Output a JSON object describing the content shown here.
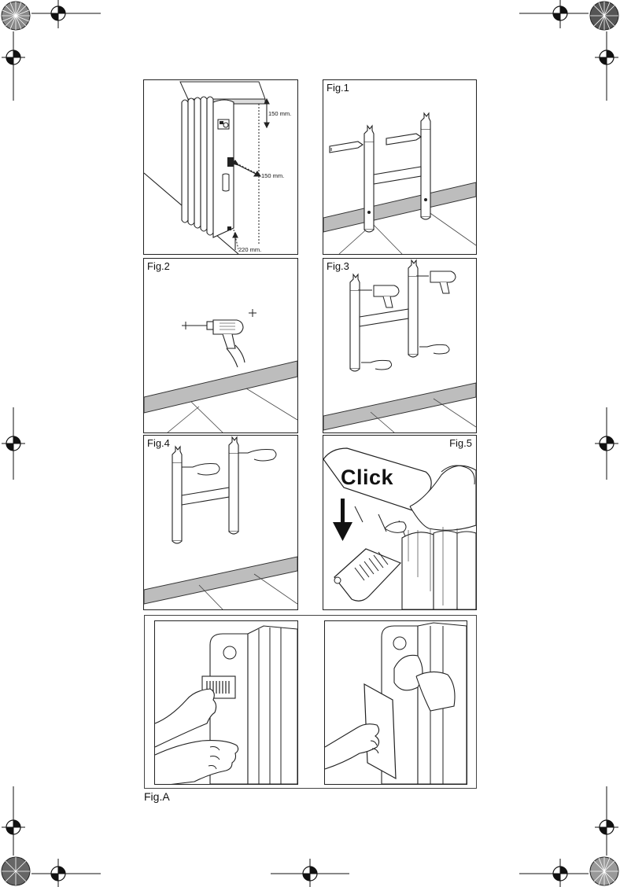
{
  "panels": {
    "intro": {
      "dim_top": "150 mm.",
      "dim_side": "150 mm.",
      "dim_bottom": "220 mm."
    },
    "fig1": {
      "label": "Fig.1"
    },
    "fig2": {
      "label": "Fig.2"
    },
    "fig3": {
      "label": "Fig.3"
    },
    "fig4": {
      "label": "Fig.4"
    },
    "fig5": {
      "label": "Fig.5",
      "click_text": "Click"
    },
    "figA": {
      "label": "Fig.A"
    }
  },
  "icons": {
    "registration_mark": "crosshair-circle-icon",
    "color_wheel": "starburst-wheel-icon",
    "drill": "power-drill-icon",
    "arrow": "down-arrow-icon"
  },
  "colors": {
    "line": "#222222",
    "skirting": "#bdbdbd",
    "background": "#ffffff"
  }
}
